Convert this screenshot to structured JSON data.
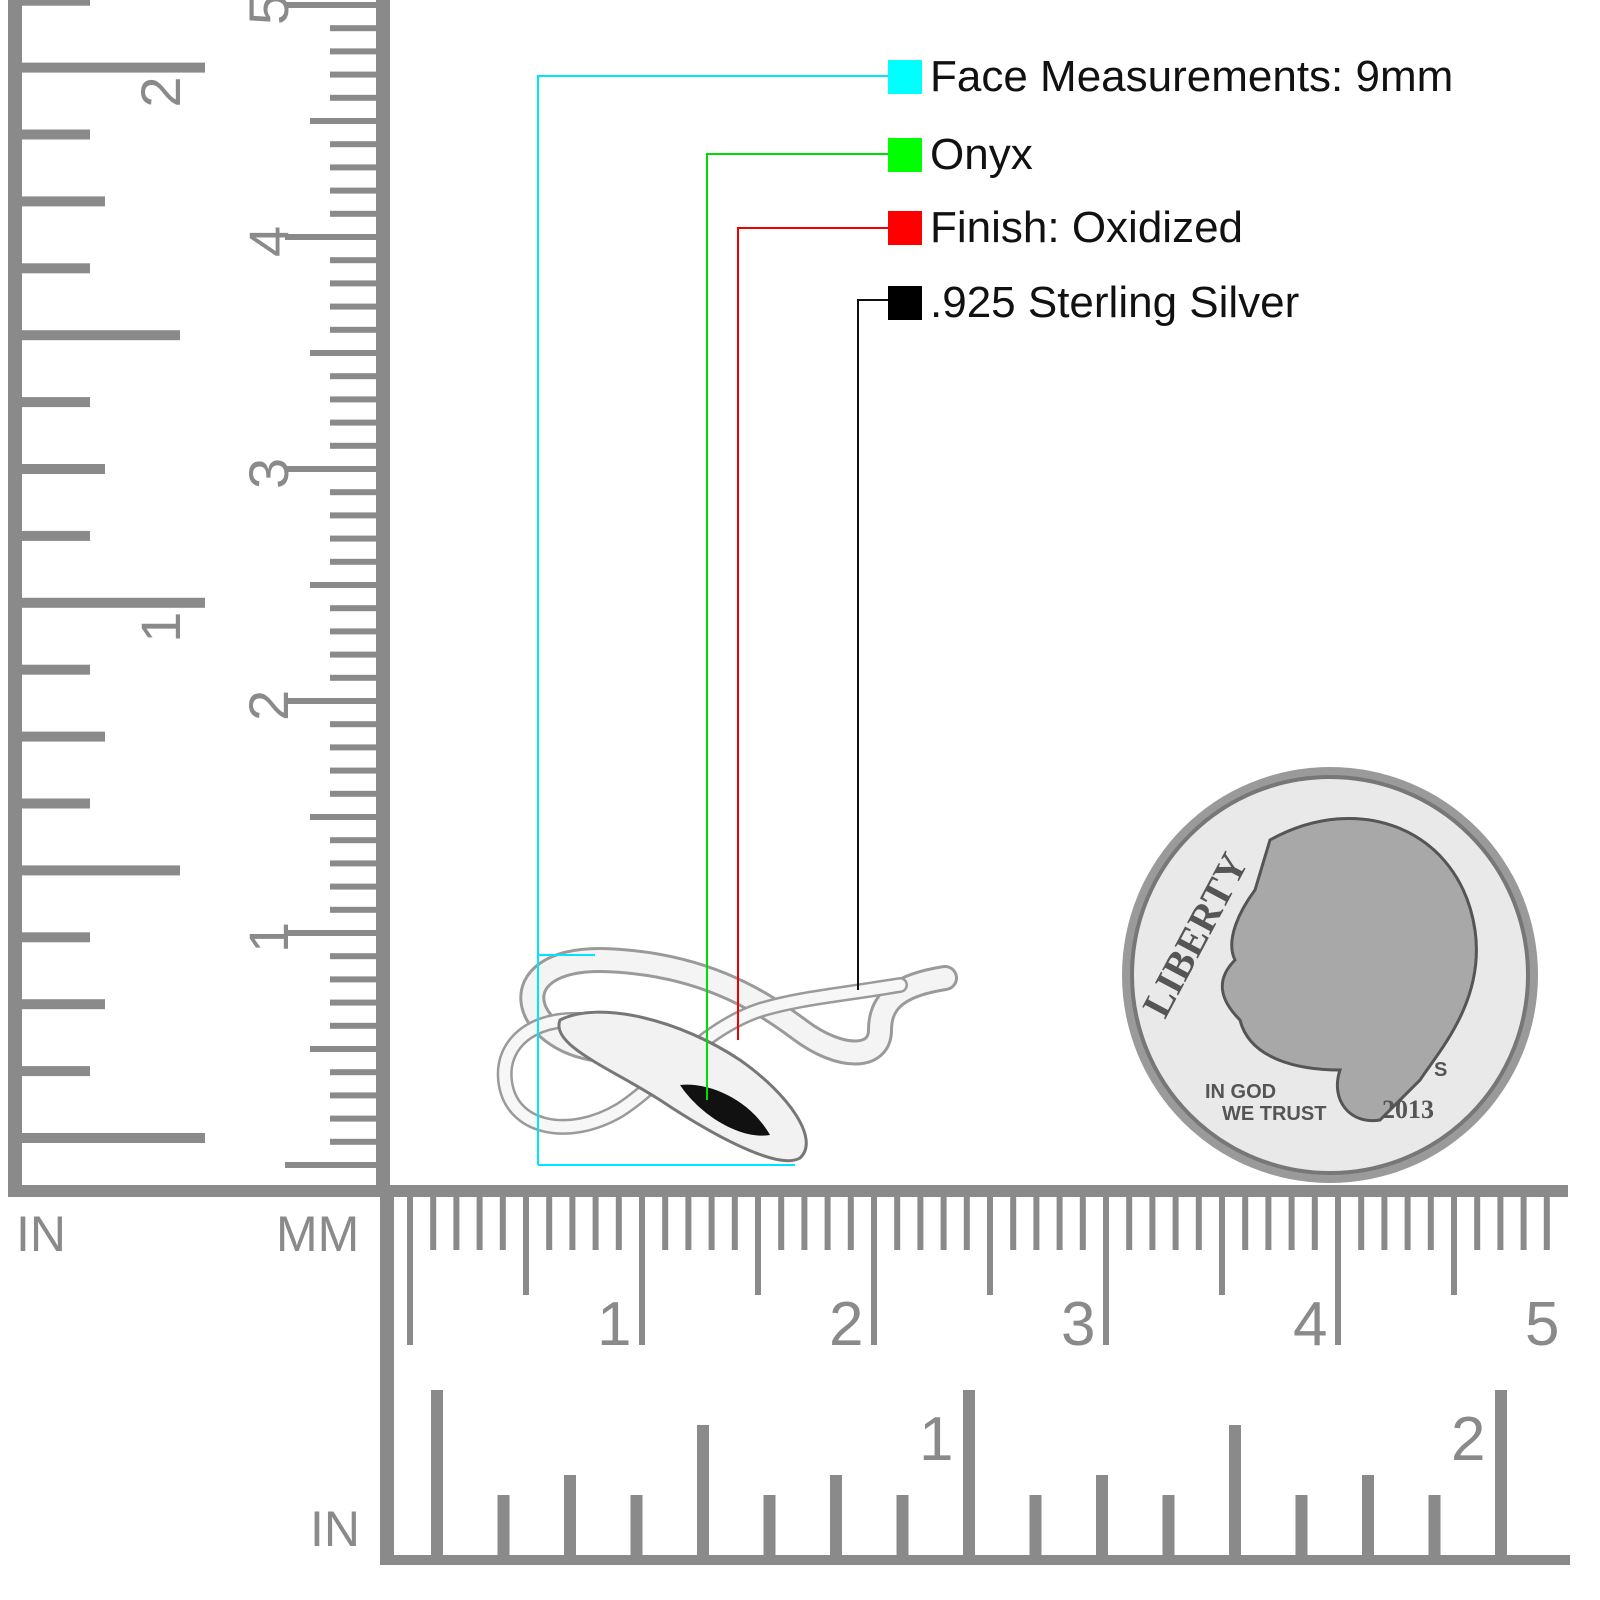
{
  "legend": [
    {
      "label": "Face Measurements: 9mm",
      "color": "#00ffff"
    },
    {
      "label": "Onyx",
      "color": "#00ff00"
    },
    {
      "label": "Finish: Oxidized",
      "color": "#ff0000"
    },
    {
      "label": ".925 Sterling Silver",
      "color": "#000000"
    }
  ],
  "rulers": {
    "left_in_label": "IN",
    "left_mm_label": "MM",
    "bottom_in_label": "IN",
    "mm_numbers": [
      "1",
      "2",
      "3",
      "4",
      "5"
    ],
    "in_numbers": [
      "1",
      "2"
    ],
    "color": "#8a8a8a"
  },
  "coin": {
    "liberty": "LIBERTY",
    "motto_1": "IN GOD",
    "motto_2": "WE TRUST",
    "year": "2013",
    "mint": "S"
  }
}
